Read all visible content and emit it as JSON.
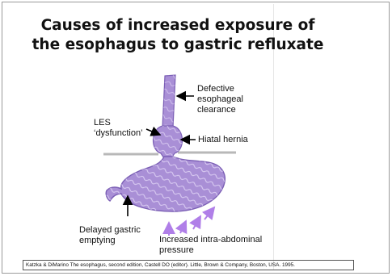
{
  "title": {
    "line1": "Causes of increased exposure of",
    "line2": "the esophagus to gastric refluxate"
  },
  "labels": {
    "defective_clearance": [
      "Defective",
      "esophageal",
      "clearance"
    ],
    "les_dysfunction": [
      "LES",
      "‘dysfunction’"
    ],
    "hiatal_hernia": "Hiatal hernia",
    "delayed_emptying": [
      "Delayed gastric",
      "emptying"
    ],
    "intra_abdominal": [
      "Increased intra-abdominal",
      "pressure"
    ]
  },
  "citation": "Katzka & DiMarino The esophagus, second edition, Castell DO (editor). Little, Brown & Company, Boston, USA. 1995.",
  "colors": {
    "organ_fill": "#a98fd6",
    "organ_stroke": "#7b5fb5",
    "arrow_purple": "#b07fe8",
    "diaphragm": "#b8b8b8"
  }
}
